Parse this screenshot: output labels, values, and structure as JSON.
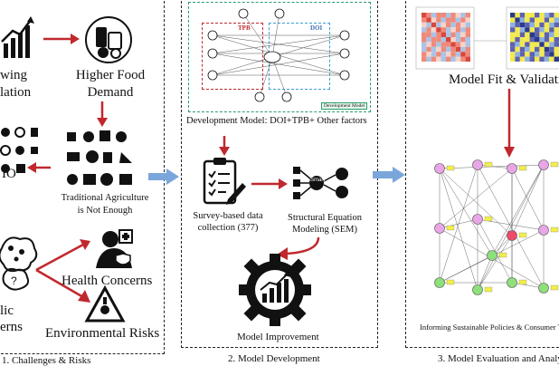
{
  "panel1": {
    "caption": "1. Challenges & Risks",
    "growing_population": "wing\nlation",
    "higher_food_demand": "Higher Food\nDemand",
    "traditional_agriculture": "Traditional Agriculture\nis Not Enough",
    "gmo_fragment": "IO",
    "health_concerns": "Health Concerns",
    "public_concerns": "lic\nerns",
    "environmental_risks": "Environmental Risks"
  },
  "panel2": {
    "caption": "2. Model Development",
    "model_caption": "Development Model: DOI+TPB+ Other factors",
    "tpb_label": "TPB",
    "doi_label": "DOI",
    "dev_model_tag": "Development Model",
    "survey": "Survey-based data\ncollection (377)",
    "sem": "Structural Equation\nModeling (SEM)",
    "smart": "Smart",
    "improvement": "Model Improvement"
  },
  "panel3": {
    "caption": "3. Model Evaluation and Analy",
    "model_fit": "Model Fit & Validatio",
    "informing": "Informing Sustainable Policies & Consumer Tr"
  },
  "colors": {
    "arrow_red": "#c0282d",
    "arrow_blue": "#7aa6dc",
    "heat_red": "#d9473c",
    "heat_blue": "#3f6fb5"
  },
  "icons": [
    "growth-chart-icon",
    "food-basket-icon",
    "farming-icons-grid",
    "microbe-icon",
    "health-person-icon",
    "warning-triangle-icon",
    "clipboard-icon",
    "sem-network-icon",
    "gear-chart-icon"
  ]
}
